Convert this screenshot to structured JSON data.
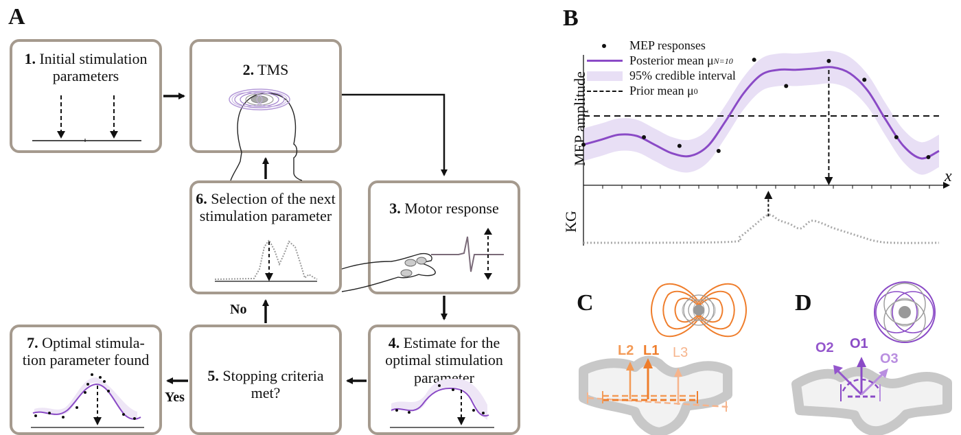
{
  "panels": {
    "A": "A",
    "B": "B",
    "C": "C",
    "D": "D"
  },
  "flow": {
    "step1": {
      "num": "1.",
      "text": " Initial stimulation parameters"
    },
    "step2": {
      "num": "2.",
      "text": " TMS"
    },
    "step3": {
      "num": "3.",
      "text": " Motor response"
    },
    "step4": {
      "num": "4.",
      "text": " Estimate for the optimal stimulation parameter"
    },
    "step5": {
      "num": "5.",
      "text": " Stopping criteria met?"
    },
    "step6": {
      "num": "6.",
      "text": " Selection of the next stimulation parameter"
    },
    "step7": {
      "num": "7.",
      "text": " Optimal stimula-tion parameter found"
    },
    "no_label": "No",
    "yes_label": "Yes"
  },
  "chart_data": {
    "type": "line",
    "ylabel_top": "MEP amplitude",
    "ylabel_bottom": "KG",
    "xlabel": "x",
    "legend": {
      "points": "MEP responses",
      "posterior": "Posterior mean μ",
      "posterior_sub": "N=10",
      "ci": "95% credible interval",
      "prior": "Prior mean μ",
      "prior_sub": "0"
    },
    "x_domain": [
      0,
      1
    ],
    "y_domain": [
      0,
      1
    ],
    "prior_mean": 0.5,
    "mep_points": [
      {
        "x": 0.0,
        "y": 0.27
      },
      {
        "x": 0.17,
        "y": 0.33
      },
      {
        "x": 0.27,
        "y": 0.26
      },
      {
        "x": 0.38,
        "y": 0.22
      },
      {
        "x": 0.48,
        "y": 0.95
      },
      {
        "x": 0.57,
        "y": 0.74
      },
      {
        "x": 0.69,
        "y": 0.94
      },
      {
        "x": 0.79,
        "y": 0.79
      },
      {
        "x": 0.88,
        "y": 0.33
      },
      {
        "x": 0.97,
        "y": 0.17
      }
    ],
    "posterior_mean": [
      {
        "x": 0.0,
        "y": 0.27
      },
      {
        "x": 0.05,
        "y": 0.31
      },
      {
        "x": 0.1,
        "y": 0.35
      },
      {
        "x": 0.15,
        "y": 0.34
      },
      {
        "x": 0.2,
        "y": 0.27
      },
      {
        "x": 0.25,
        "y": 0.2
      },
      {
        "x": 0.3,
        "y": 0.18
      },
      {
        "x": 0.35,
        "y": 0.26
      },
      {
        "x": 0.4,
        "y": 0.46
      },
      {
        "x": 0.45,
        "y": 0.68
      },
      {
        "x": 0.5,
        "y": 0.83
      },
      {
        "x": 0.55,
        "y": 0.87
      },
      {
        "x": 0.6,
        "y": 0.87
      },
      {
        "x": 0.65,
        "y": 0.88
      },
      {
        "x": 0.7,
        "y": 0.89
      },
      {
        "x": 0.75,
        "y": 0.84
      },
      {
        "x": 0.8,
        "y": 0.7
      },
      {
        "x": 0.85,
        "y": 0.47
      },
      {
        "x": 0.9,
        "y": 0.26
      },
      {
        "x": 0.95,
        "y": 0.16
      },
      {
        "x": 1.0,
        "y": 0.22
      }
    ],
    "ci_halfwidth": 0.13,
    "optimum_x": 0.69,
    "kg": [
      {
        "x": 0.0,
        "y": 0.02
      },
      {
        "x": 0.4,
        "y": 0.04
      },
      {
        "x": 0.44,
        "y": 0.18
      },
      {
        "x": 0.48,
        "y": 0.48
      },
      {
        "x": 0.52,
        "y": 0.76
      },
      {
        "x": 0.55,
        "y": 0.62
      },
      {
        "x": 0.58,
        "y": 0.52
      },
      {
        "x": 0.61,
        "y": 0.4
      },
      {
        "x": 0.64,
        "y": 0.6
      },
      {
        "x": 0.67,
        "y": 0.54
      },
      {
        "x": 0.7,
        "y": 0.42
      },
      {
        "x": 0.74,
        "y": 0.3
      },
      {
        "x": 0.78,
        "y": 0.18
      },
      {
        "x": 0.82,
        "y": 0.07
      },
      {
        "x": 0.87,
        "y": 0.02
      },
      {
        "x": 1.0,
        "y": 0.02
      }
    ],
    "kg_max_x": 0.52
  },
  "panelC": {
    "labels": [
      "L2",
      "L1",
      "L3"
    ],
    "colors": [
      "#f39a56",
      "#ef7d2b",
      "#f6b48c"
    ]
  },
  "panelD": {
    "labels": [
      "O2",
      "O1",
      "O3"
    ],
    "colors": [
      "#9456cc",
      "#8a4ac6",
      "#b98ee0"
    ]
  },
  "colors": {
    "box_border": "#a59a8e",
    "posterior": "#8a4ac6",
    "ci": "#e8dff5",
    "kg": "#a9a9a9",
    "orange": "#ef7d2b",
    "purple": "#8a4ac6"
  }
}
